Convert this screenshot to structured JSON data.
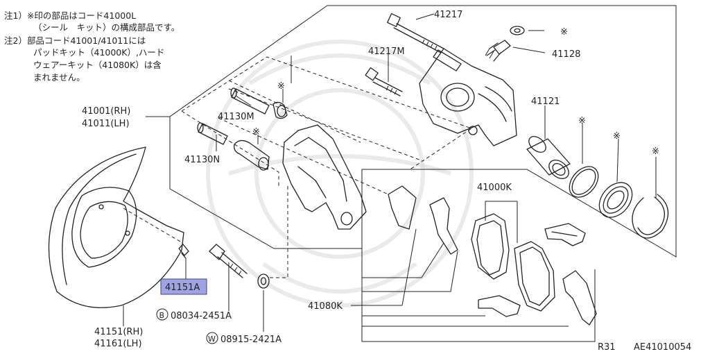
{
  "notes": {
    "note1_line1": "注1）※印の部品はコード41000L",
    "note1_line2": "（シール　キット）の構成部品です。",
    "note2_line1": "注2）部品コード41001/41011には",
    "note2_line2": "パッドキット（41000K）,ハード",
    "note2_line3": "ウェアーキット（41080K）は含",
    "note2_line4": "まれません。"
  },
  "labels": {
    "p41217": "41217",
    "p41217m": "41217M",
    "p41128": "41128",
    "p41121": "41121",
    "p41001": "41001(RH)",
    "p41011": "41011(LH)",
    "p41130m": "41130M",
    "p41130n": "41130N",
    "p41000k": "41000K",
    "p41080k": "41080K",
    "p41151a": "41151A",
    "p41151": "41151(RH)",
    "p41161": "41161(LH)",
    "bolt_b": "08034-2451A",
    "washer_w": "08915-2421A",
    "circle_b": "B",
    "circle_w": "W",
    "mark": "※"
  },
  "footer": {
    "model": "R31",
    "code": "AE41010054"
  },
  "colors": {
    "highlight": "#9fa3e0",
    "line": "#222222"
  }
}
